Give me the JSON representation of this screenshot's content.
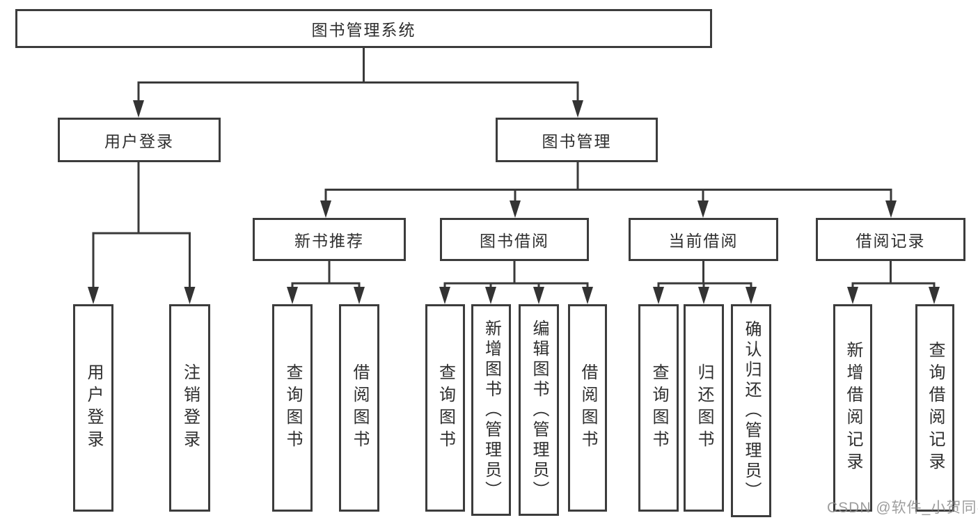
{
  "root": {
    "label": "图书管理系统"
  },
  "level1": {
    "user_login": {
      "label": "用户登录"
    },
    "book_management": {
      "label": "图书管理"
    }
  },
  "level2": {
    "new_book_recommendation": {
      "label": "新书推荐"
    },
    "book_borrowing": {
      "label": "图书借阅"
    },
    "current_borrowing": {
      "label": "当前借阅"
    },
    "borrowing_records": {
      "label": "借阅记录"
    }
  },
  "leaves": {
    "user_login_leaf": {
      "label": "用户登录"
    },
    "logout": {
      "label": "注销登录"
    },
    "recommend_query_books": {
      "label": "查询图书"
    },
    "recommend_borrow_books": {
      "label": "借阅图书"
    },
    "borrowing_query_books": {
      "label": "查询图书"
    },
    "borrowing_add_books_admin": {
      "label": "新增图书（管理员）"
    },
    "borrowing_edit_books_admin": {
      "label": "编辑图书（管理员）"
    },
    "borrowing_borrow_books": {
      "label": "借阅图书"
    },
    "current_query_books": {
      "label": "查询图书"
    },
    "current_return_books": {
      "label": "归还图书"
    },
    "current_confirm_return_admin": {
      "label": "确认归还（管理员）"
    },
    "records_add_borrow_record": {
      "label": "新增借阅记录"
    },
    "records_query_borrow_record": {
      "label": "查询借阅记录"
    }
  },
  "watermark": {
    "text": "CSDN @软件_小贺同学"
  },
  "colors": {
    "line": "#3a3a3a",
    "box_border": "#3c3c3c",
    "text": "#2e2e2e",
    "watermark": "#8c8c8c"
  }
}
